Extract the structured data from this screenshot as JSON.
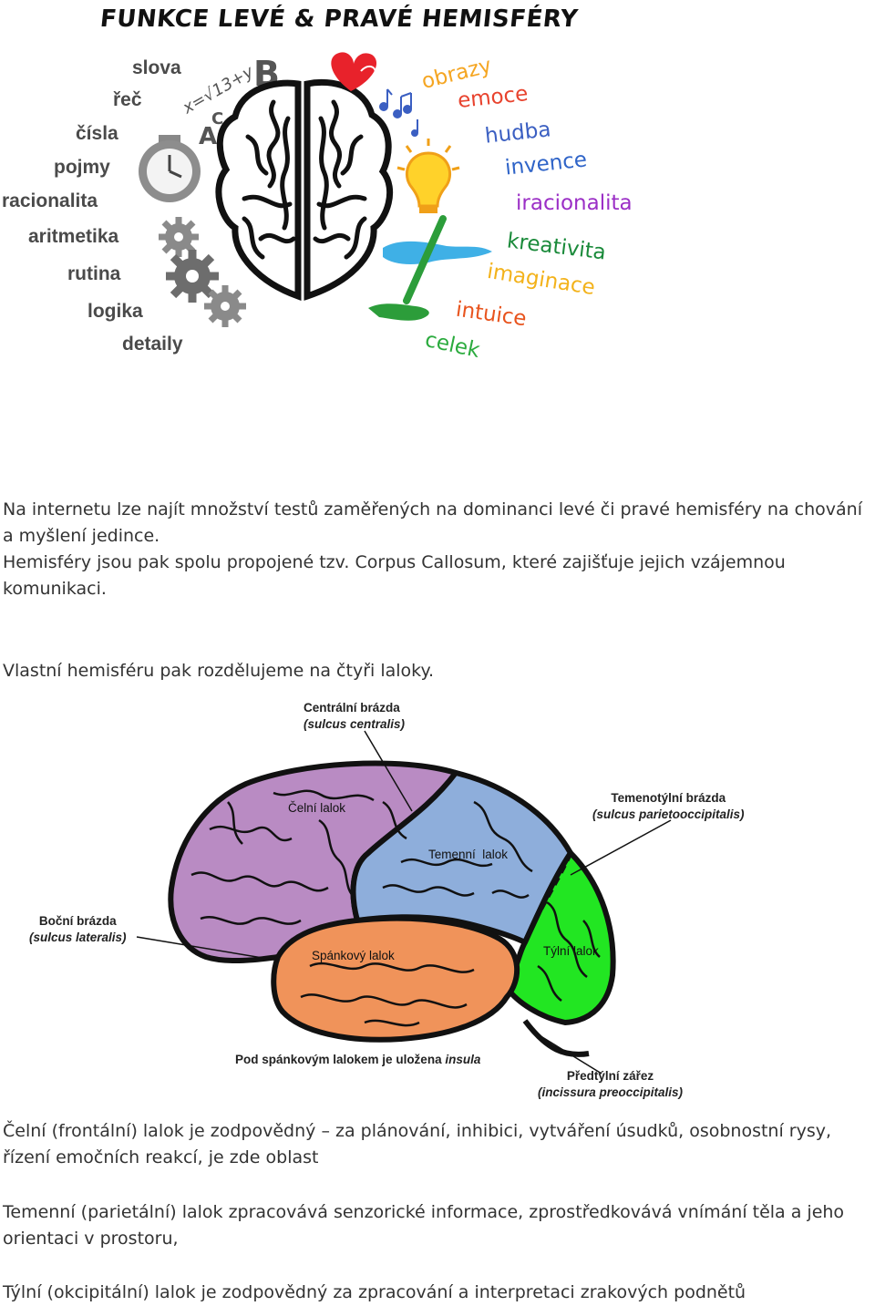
{
  "title": "FUNKCE LEVÉ & PRAVÉ HEMISFÉRY",
  "left_words": [
    "slova",
    "řeč",
    "čísla",
    "pojmy",
    "racionalita",
    "aritmetika",
    "rutina",
    "logika",
    "detaily"
  ],
  "right_words": [
    {
      "text": "obrazy",
      "color": "#f5a623"
    },
    {
      "text": "emoce",
      "color": "#e8432e"
    },
    {
      "text": "hudba",
      "color": "#3b5fc2"
    },
    {
      "text": "invence",
      "color": "#2f64c8"
    },
    {
      "text": "iracionalita",
      "color": "#9b2fc6"
    },
    {
      "text": "kreativita",
      "color": "#1a8a3a"
    },
    {
      "text": "imaginace",
      "color": "#f3b21a"
    },
    {
      "text": "intuice",
      "color": "#e8541e"
    },
    {
      "text": "celek",
      "color": "#2bab3e"
    }
  ],
  "doodles": {
    "b_letter": "B",
    "a_letter": "A",
    "c_letter": "C",
    "formula": "x=√13+y"
  },
  "paragraphs": {
    "p1_line1": "Na internetu lze najít množství testů zaměřených na dominanci levé či pravé hemisféry na chování",
    "p1_line2": "a myšlení jedince.",
    "p1_line3": "Hemisféry jsou pak spolu propojené tzv. Corpus Callosum, které zajišťuje jejich vzájemnou",
    "p1_line4": "komunikaci.",
    "p2": "Vlastní hemisféru pak rozdělujeme na čtyři laloky.",
    "p3_line1": "Čelní (frontální) lalok je zodpovědný – za plánování, inhibici, vytváření úsudků, osobnostní rysy,",
    "p3_line2": "řízení emočních reakcí, je zde oblast",
    "p4_line1": "Temenní (parietální) lalok zpracovává senzorické informace, zprostředkovává vnímání těla a jeho",
    "p4_line2": "orientaci v prostoru,",
    "p5": "Týlní (okcipitální) lalok je zodpovědný za zpracování a interpretaci zrakových podnětů"
  },
  "diagram": {
    "central_sulcus": "Centrální brázda",
    "central_sulcus_latin": "(sulcus centralis)",
    "parieto_sulcus": "Temenotýlní brázda",
    "parieto_sulcus_latin": "(sulcus parietooccipitalis)",
    "lateral_sulcus": "Boční brázda",
    "lateral_sulcus_latin": "(sulcus lateralis)",
    "frontal_lobe": "Čelní lalok",
    "parietal_lobe": "Temenní  lalok",
    "temporal_lobe": "Spánkový lalok",
    "occipital_lobe": "Týlní lalok",
    "insula_note_prefix": "Pod spánkovým lalokem je uložena ",
    "insula_note_word": "insula",
    "preoccipital_notch": "Předtýlní zářez",
    "preoccipital_notch_latin": "(incissura preoccipitalis)",
    "colors": {
      "frontal": "#b98bc3",
      "parietal": "#8eaedb",
      "temporal": "#f0935a",
      "occipital": "#22e622"
    }
  }
}
